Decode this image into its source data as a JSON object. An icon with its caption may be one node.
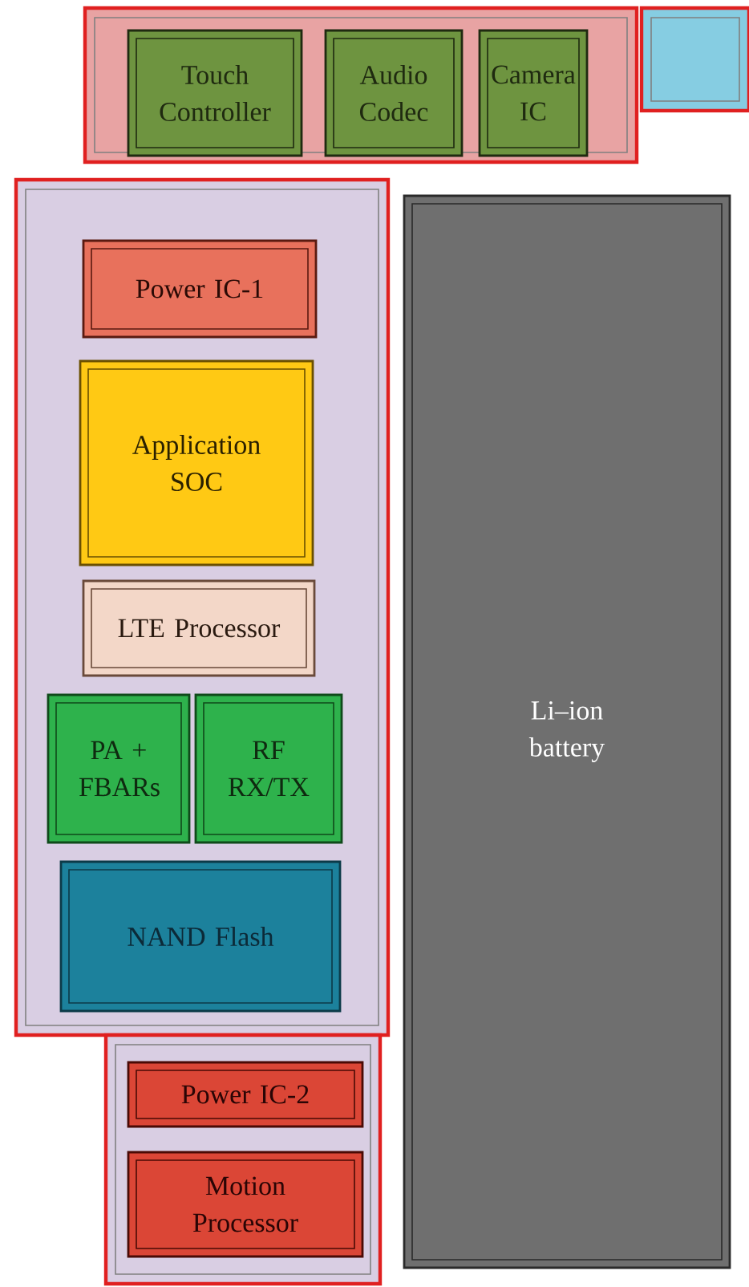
{
  "diagram": {
    "nodes": [
      {
        "text": [],
        "shape": "box"
      },
      {
        "text": [
          "Touch Controller"
        ],
        "in": 0
      },
      {
        "text": [
          "Audio Codec"
        ],
        "in": 0
      },
      {
        "text": [
          "Camera IC"
        ],
        "in": 0
      },
      {
        "text": [],
        "shape": "box"
      },
      {
        "text": [],
        "shape": "box"
      },
      {
        "text": [
          "Power IC-1"
        ],
        "in": 5
      },
      {
        "text": [
          "Application SOC"
        ],
        "in": 5
      },
      {
        "text": [
          "LTE Processor"
        ],
        "in": 5
      },
      {
        "text": [
          "PA + FBARs"
        ],
        "in": 5
      },
      {
        "text": [
          "RF RX/TX"
        ],
        "in": 5
      },
      {
        "text": [
          "NAND Flash"
        ],
        "in": 5
      },
      {
        "text": [
          "Li–ion battery"
        ]
      },
      {
        "text": [],
        "shape": "box"
      },
      {
        "text": [
          "Power IC-2"
        ],
        "in": 13
      },
      {
        "text": [
          "Motion Processor"
        ],
        "in": 13
      }
    ]
  }
}
